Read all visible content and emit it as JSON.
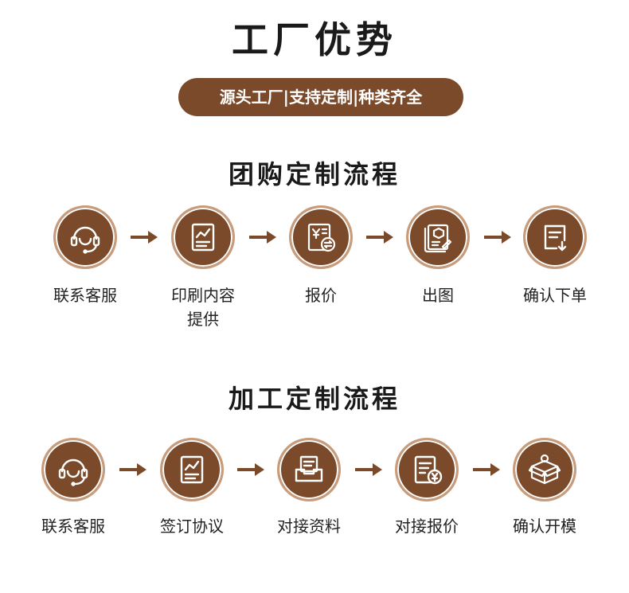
{
  "header": {
    "title": "工厂优势",
    "pill_text": "源头工厂|支持定制|种类齐全"
  },
  "group_flow": {
    "title": "团购定制流程",
    "steps": [
      {
        "label": "联系客服",
        "icon": "customer-service-icon"
      },
      {
        "label": "印刷内容\n提供",
        "icon": "document-chart-icon"
      },
      {
        "label": "报价",
        "icon": "price-calculator-icon"
      },
      {
        "label": "出图",
        "icon": "design-drawing-icon"
      },
      {
        "label": "确认下单",
        "icon": "order-confirm-icon"
      }
    ]
  },
  "process_flow": {
    "title": "加工定制流程",
    "steps": [
      {
        "label": "联系客服",
        "icon": "customer-service-icon"
      },
      {
        "label": "签订协议",
        "icon": "agreement-icon"
      },
      {
        "label": "对接资料",
        "icon": "file-tray-icon"
      },
      {
        "label": "对接报价",
        "icon": "quote-document-icon"
      },
      {
        "label": "确认开模",
        "icon": "mold-box-icon"
      }
    ]
  },
  "colors": {
    "accent": "#7b4a2a",
    "ring": "#c89b7a"
  }
}
